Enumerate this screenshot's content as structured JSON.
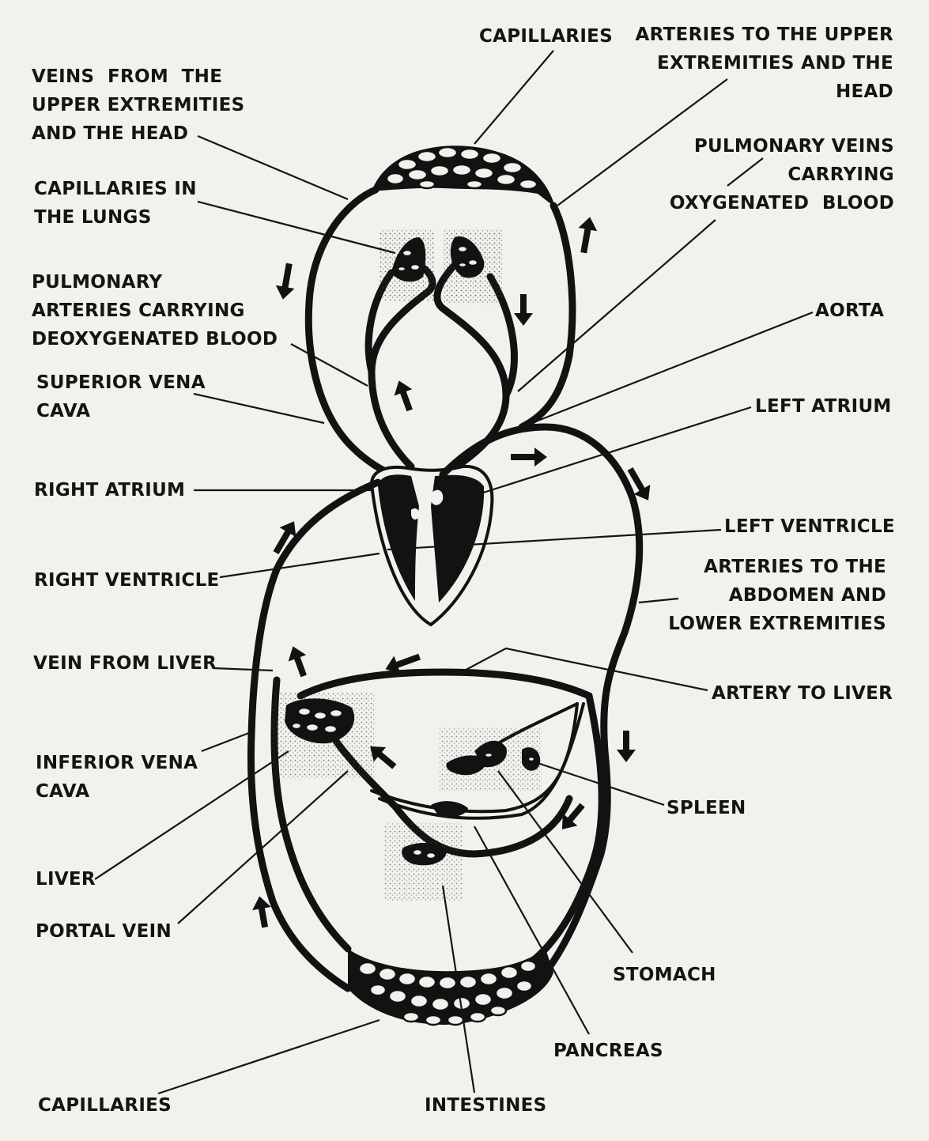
{
  "labels": {
    "capillaries_top": "CAPILLARIES",
    "arteries_upper": "ARTERIES TO THE UPPER\nEXTREMITIES AND THE\nHEAD",
    "veins_upper": "VEINS  FROM  THE\nUPPER EXTREMITIES\nAND THE HEAD",
    "pulmonary_veins": "PULMONARY VEINS\nCARRYING\nOXYGENATED  BLOOD",
    "capillaries_lungs": "CAPILLARIES IN\nTHE LUNGS",
    "pulmonary_arteries": "PULMONARY\nARTERIES CARRYING\nDEOXYGENATED BLOOD",
    "aorta": "AORTA",
    "superior_vena_cava": "SUPERIOR VENA\nCAVA",
    "left_atrium": "LEFT ATRIUM",
    "right_atrium": "RIGHT ATRIUM",
    "left_ventricle": "LEFT VENTRICLE",
    "right_ventricle": "RIGHT VENTRICLE",
    "arteries_abdomen": "ARTERIES TO THE\nABDOMEN AND\nLOWER EXTREMITIES",
    "vein_from_liver": "VEIN FROM LIVER",
    "artery_to_liver": "ARTERY TO LIVER",
    "inferior_vena_cava": "INFERIOR VENA\nCAVA",
    "spleen": "SPLEEN",
    "liver": "LIVER",
    "portal_vein": "PORTAL VEIN",
    "stomach": "STOMACH",
    "pancreas": "PANCREAS",
    "capillaries_bottom": "CAPILLARIES",
    "intestines": "INTESTINES"
  },
  "colors": {
    "ink": "#121212",
    "paper": "#f3f1ec"
  }
}
